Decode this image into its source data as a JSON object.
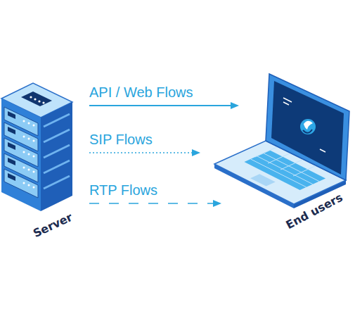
{
  "diagram": {
    "nodes": [
      {
        "text": [
          "Server"
        ]
      },
      {
        "text": [
          "End users"
        ]
      }
    ],
    "edges": [
      {
        "from": 0,
        "to": 1,
        "arrow": "to",
        "label": "API / Web Flows"
      },
      {
        "from": 0,
        "to": 1,
        "arrow": "to",
        "label": "SIP Flows"
      },
      {
        "from": 0,
        "to": 1,
        "arrow": "to",
        "label": "RTP Flows"
      }
    ]
  }
}
